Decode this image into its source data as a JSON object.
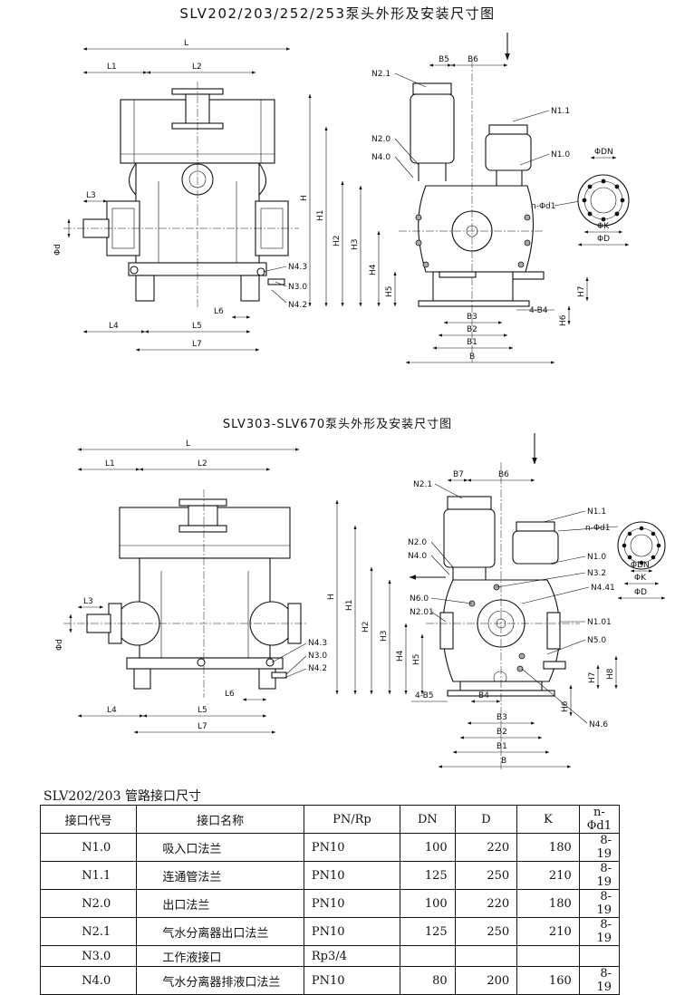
{
  "title1": "SLV202/203/252/253泵头外形及安装尺寸图",
  "title2": "SLV303-SLV670泵头外形及安装尺寸图",
  "fig1": {
    "front_dims": [
      "L",
      "L1",
      "L2",
      "L3",
      "L4",
      "L5",
      "L6",
      "L7",
      "Φd"
    ],
    "side_dims": [
      "H",
      "H1",
      "H2",
      "H3",
      "H4",
      "H5",
      "H6",
      "H7",
      "B",
      "B1",
      "B2",
      "B3",
      "4-B4",
      "B5",
      "B6"
    ],
    "front_ports": [
      "N4.3",
      "N3.0",
      "N4.2"
    ],
    "side_ports": [
      "N2.1",
      "N1.1",
      "N2.0",
      "N4.0",
      "N1.0",
      "n-Φd1"
    ],
    "flange_dims": [
      "ΦDN",
      "ΦK",
      "ΦD"
    ]
  },
  "fig2": {
    "front_dims": [
      "L",
      "L1",
      "L2",
      "L3",
      "L4",
      "L5",
      "L6",
      "L7",
      "Φd"
    ],
    "side_dims": [
      "H",
      "H1",
      "H2",
      "H3",
      "H4",
      "H5",
      "H6",
      "H7",
      "H8",
      "B",
      "B1",
      "B2",
      "B3",
      "B4",
      "4-B5",
      "B6",
      "B7"
    ],
    "front_ports": [
      "N4.3",
      "N3.0",
      "N4.2"
    ],
    "side_ports": [
      "N2.1",
      "N1.1",
      "N2.0",
      "N4.0",
      "N1.0",
      "N3.2",
      "N4.41",
      "N6.0",
      "N2.01",
      "N1.01",
      "N5.0",
      "N4.6"
    ],
    "flange_callout": "n-Φd1",
    "flange_dims": [
      "ΦDN",
      "ΦK",
      "ΦD"
    ]
  },
  "table": {
    "caption": "SLV202/203 管路接口尺寸",
    "headers": [
      "接口代号",
      "接口名称",
      "PN/Rp",
      "DN",
      "D",
      "K",
      "n-Φd1"
    ],
    "rows": [
      [
        "N1.0",
        "吸入口法兰",
        "PN10",
        "100",
        "220",
        "180",
        "8-19"
      ],
      [
        "N1.1",
        "连通管法兰",
        "PN10",
        "125",
        "250",
        "210",
        "8-19"
      ],
      [
        "N2.0",
        "出口法兰",
        "PN10",
        "100",
        "220",
        "180",
        "8-19"
      ],
      [
        "N2.1",
        "气水分离器出口法兰",
        "PN10",
        "125",
        "250",
        "210",
        "8-19"
      ],
      [
        "N3.0",
        "工作液接口",
        "Rp3/4",
        "",
        "",
        "",
        ""
      ],
      [
        "N4.0",
        "气水分离器排液口法兰",
        "PN10",
        "80",
        "200",
        "160",
        "8-19"
      ]
    ]
  }
}
